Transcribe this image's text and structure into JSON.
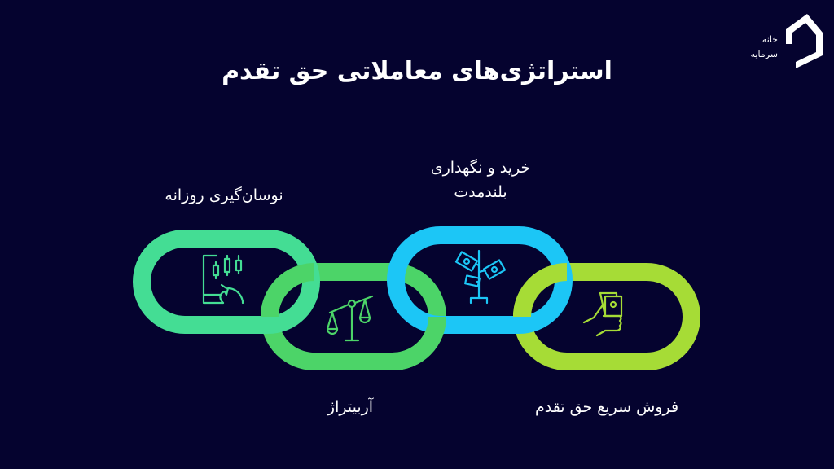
{
  "header": {
    "title": "استراتژی‌های معاملاتی حق تقدم"
  },
  "logo": {
    "line1": "خانه",
    "line2": "سرمایه",
    "icon": "house-logo-icon",
    "color": "#ffffff"
  },
  "theme": {
    "background": "#05032f",
    "text": "#ffffff"
  },
  "chain": {
    "links": [
      {
        "id": 1,
        "label": "نوسان‌گیری روزانه",
        "label_position": "top",
        "icon": "mobile-candlestick-chart-icon",
        "color": "#44dd94"
      },
      {
        "id": 2,
        "label": "آربیتراژ",
        "label_position": "bottom",
        "icon": "balance-scale-icon",
        "color": "#4cd468"
      },
      {
        "id": 3,
        "label_line1": "خرید و نگهداری",
        "label_line2": "بلندمدت",
        "label_position": "top",
        "icon": "money-plant-icon",
        "color": "#1cc6f6"
      },
      {
        "id": 4,
        "label": "فروش سریع حق تقدم",
        "label_position": "bottom",
        "icon": "hand-holding-cash-icon",
        "color": "#a6dc36"
      }
    ]
  }
}
